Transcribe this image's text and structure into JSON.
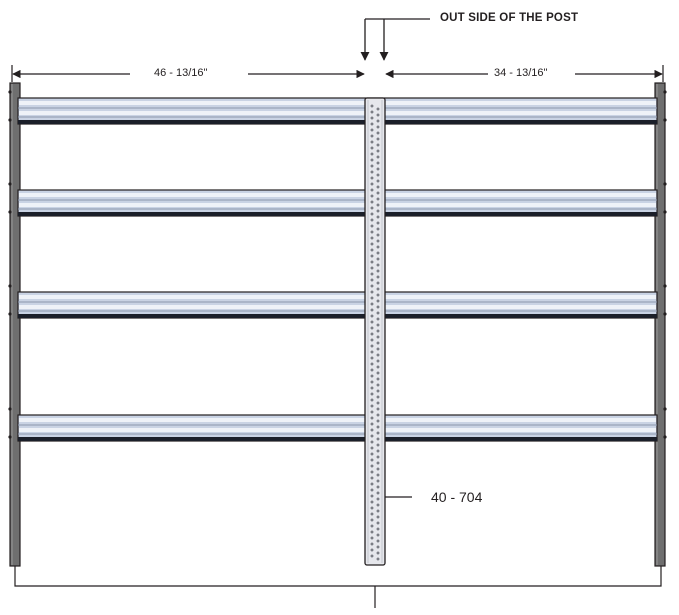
{
  "callout": {
    "text": "OUT SIDE OF THE POST"
  },
  "dimensions": {
    "left": "46 - 13/16\"",
    "right": "34 - 13/16\""
  },
  "part": {
    "label": "40 - 704"
  },
  "colors": {
    "line": "#231f20",
    "rail_fill": "#c9d3e4",
    "rail_highlight": "#eef2f8",
    "rail_dark": "#1b1f29",
    "post_fill": "#6f6f6f",
    "center_post_fill": "#e6e7ec"
  },
  "rails": {
    "count": 4
  }
}
